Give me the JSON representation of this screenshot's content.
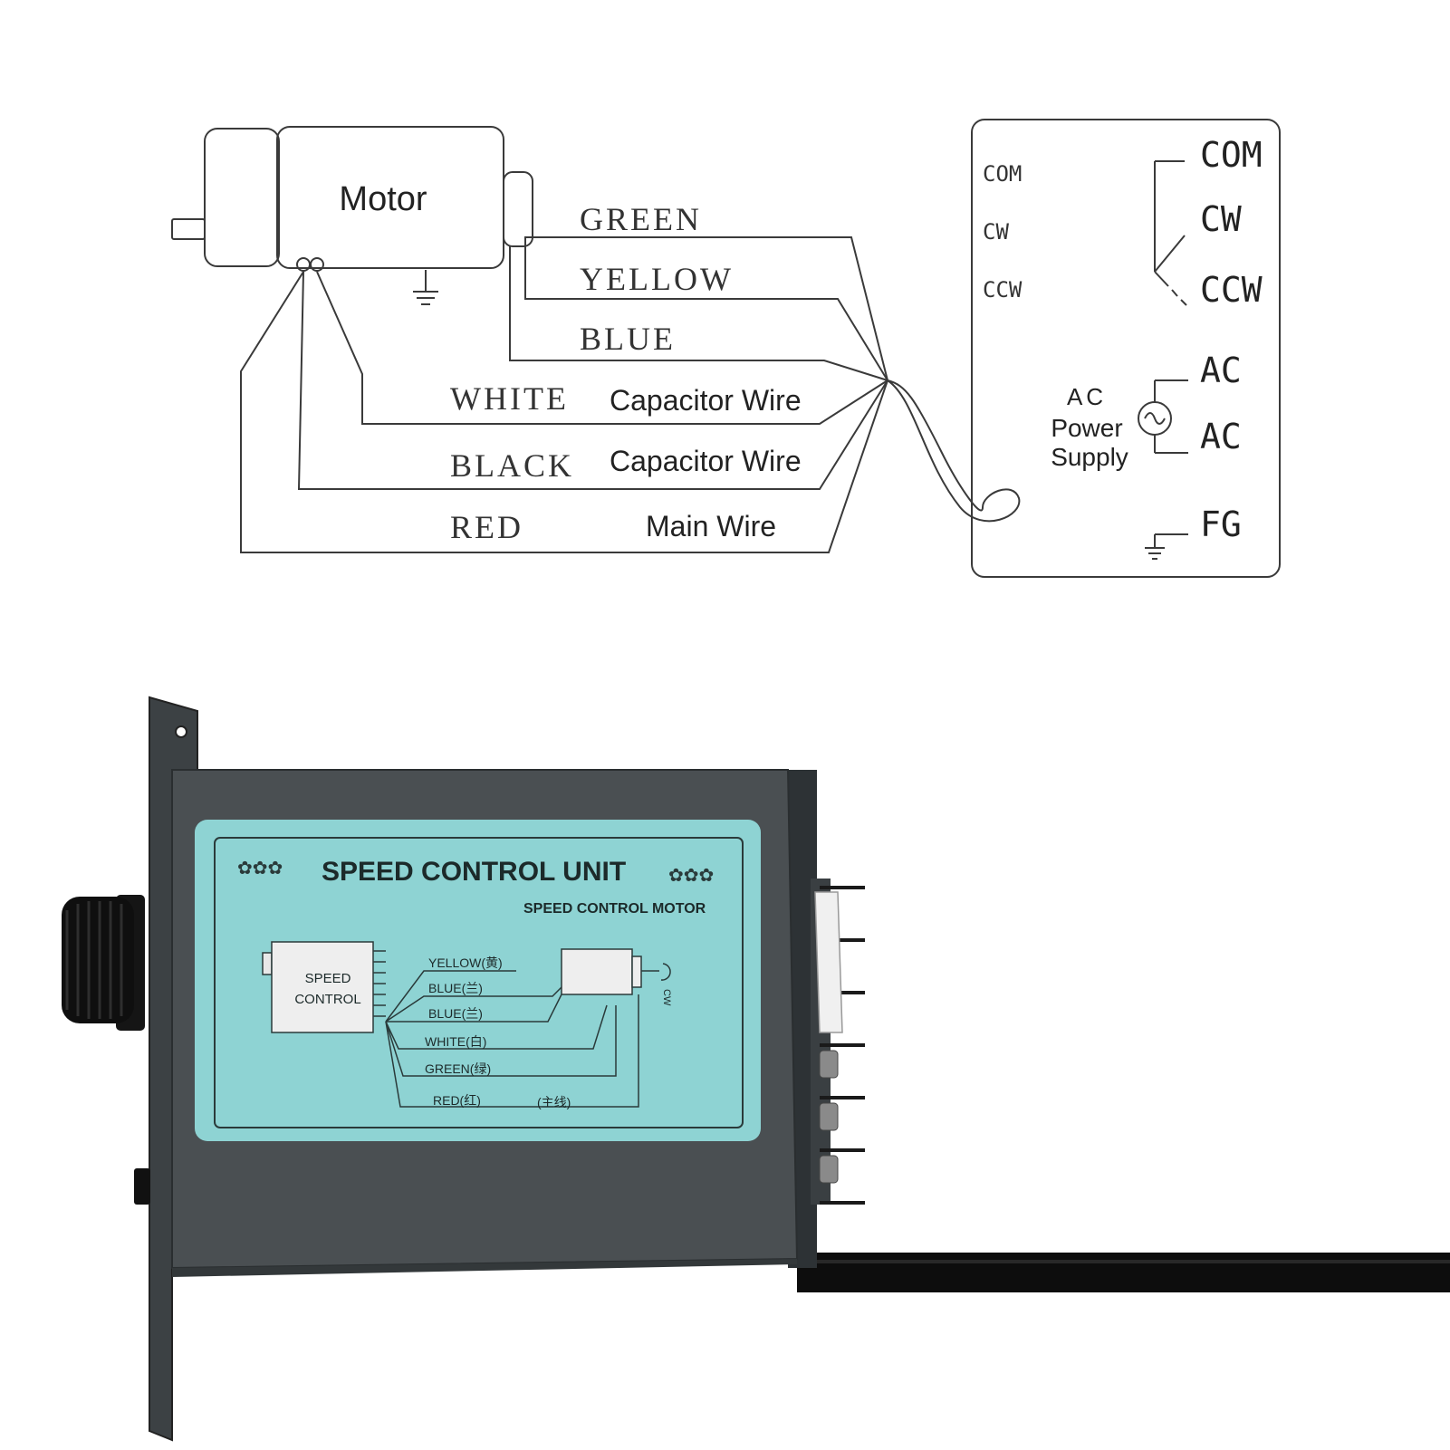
{
  "wiring_diagram": {
    "motor_label": "Motor",
    "wires": [
      {
        "color": "GREEN",
        "note": ""
      },
      {
        "color": "YELLOW",
        "note": ""
      },
      {
        "color": "BLUE",
        "note": ""
      },
      {
        "color": "WHITE",
        "note": "Capacitor Wire"
      },
      {
        "color": "BLACK",
        "note": "Capacitor Wire"
      },
      {
        "color": "RED",
        "note": "Main Wire"
      }
    ],
    "terminal_box": {
      "left_labels": [
        "COM",
        "CW",
        "CCW"
      ],
      "right_labels": [
        "COM",
        "CW",
        "CCW",
        "AC",
        "AC",
        "FG"
      ],
      "power_label": [
        "AC",
        "Power",
        "Supply"
      ]
    }
  },
  "device": {
    "label_title": "SPEED CONTROL UNIT",
    "label_subtitle": "SPEED CONTROL MOTOR",
    "controller_box_label": [
      "SPEED",
      "CONTROL"
    ],
    "wire_labels": [
      "YELLOW(黄)",
      "BLUE(兰)",
      "BLUE(兰)",
      "WHITE(白)",
      "GREEN(绿)",
      "RED(红)"
    ],
    "main_wire_note": "(主线)",
    "direction_label": "CW",
    "colors": {
      "body": "#4a4f52",
      "label_bg": "#8ed3d3",
      "knob": "#111111",
      "cable": "#0d0d0d"
    }
  }
}
